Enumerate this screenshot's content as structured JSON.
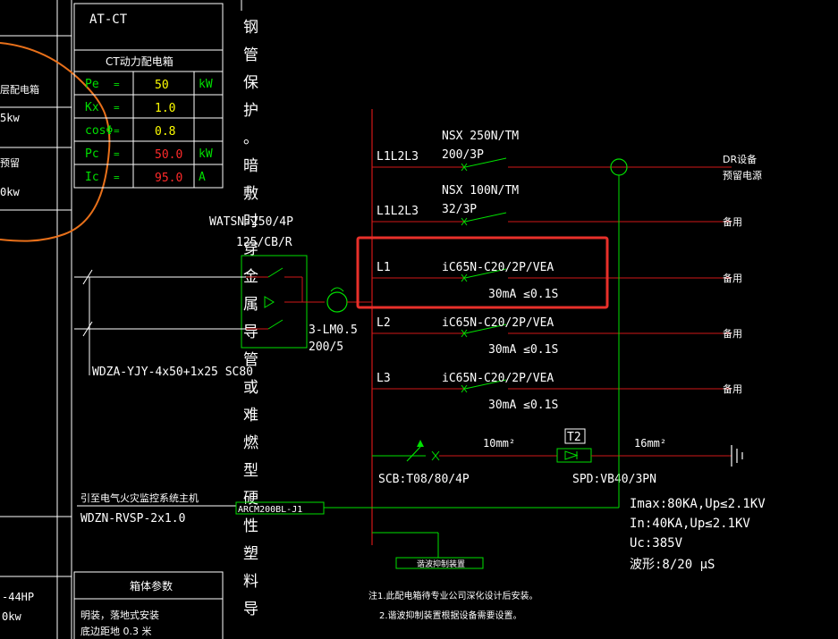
{
  "panel": {
    "name": "AT-CT",
    "subtitle": "CT动力配电箱",
    "rows": [
      {
        "param": "Pe",
        "eq": "=",
        "value": "50",
        "unit": "kW"
      },
      {
        "param": "Kx",
        "eq": "=",
        "value": "1.0",
        "unit": ""
      },
      {
        "param": "cosΦ",
        "eq": "=",
        "value": "0.8",
        "unit": ""
      },
      {
        "param": "Pc",
        "eq": "=",
        "value": "50.0",
        "unit": "kW"
      },
      {
        "param": "Ic",
        "eq": "=",
        "value": "95.0",
        "unit": "A"
      }
    ]
  },
  "left_partial": {
    "line1": "层配电箱",
    "line2": "5kw",
    "line3": "预留",
    "line4": "0kw",
    "line5": "-44HP",
    "line6": "0kw"
  },
  "vertical_note": [
    "钢",
    "管",
    "保",
    "护",
    "。",
    "暗",
    "敷",
    "时",
    "穿",
    "金",
    "属",
    "导",
    "管",
    "或",
    "难",
    "燃",
    "型",
    "硬",
    "性",
    "塑",
    "料",
    "导"
  ],
  "incoming": {
    "switch_label": "WATSN-250/4P",
    "switch_sub": "125/CB/R",
    "meter_label": "3-LM0.5",
    "meter_sub": "200/5",
    "cable": "WDZA-YJY-4x50+1x25  SC80"
  },
  "circuits": [
    {
      "phase": "L1L2L3",
      "breaker": "NSX 250N/TM",
      "rating": "200/3P",
      "load": "DR设备",
      "load2": "预留电源",
      "rcd": ""
    },
    {
      "phase": "L1L2L3",
      "breaker": "NSX 100N/TM",
      "rating": "32/3P",
      "load": "备用",
      "load2": "",
      "rcd": ""
    },
    {
      "phase": "L1",
      "breaker": "iC65N-C20/2P/VEA",
      "rating": "",
      "load": "备用",
      "load2": "",
      "rcd": "30mA  ≤0.1S"
    },
    {
      "phase": "L2",
      "breaker": "iC65N-C20/2P/VEA",
      "rating": "",
      "load": "备用",
      "load2": "",
      "rcd": "30mA  ≤0.1S"
    },
    {
      "phase": "L3",
      "breaker": "iC65N-C20/2P/VEA",
      "rating": "",
      "load": "备用",
      "load2": "",
      "rcd": "30mA  ≤0.1S"
    }
  ],
  "spd": {
    "scb": "SCB:T08/80/4P",
    "wire1": "10mm²",
    "wire2": "16mm²",
    "tag": "T2",
    "model": "SPD:VB40/3PN",
    "specs": [
      "Imax:80KA,Up≤2.1KV",
      "In:40KA,Up≤2.1KV",
      "Uc:385V",
      "波形:8/20 μS"
    ]
  },
  "fire": {
    "label": "引至电气火灾监控系统主机",
    "cable": "WDZN-RVSP-2x1.0",
    "module": "ARCM200BL-J1",
    "surge_box": "谐波抑制装置"
  },
  "notes": {
    "n1": "注1.此配电箱待专业公司深化设计后安装。",
    "n2": "2.谐波抑制装置根据设备需要设置。"
  },
  "box_params": {
    "title": "箱体参数",
    "line1": "明装，落地式安装",
    "line2": "底边距地 0.3 米"
  },
  "colors": {
    "background": "#000000",
    "line_white": "#ffffff",
    "line_green": "#00e000",
    "line_red": "#d01818",
    "text_yellow": "#ffff00",
    "text_red": "#ff2a2a",
    "annotation_orange": "#e8701a",
    "highlight_red": "#e8302a"
  }
}
